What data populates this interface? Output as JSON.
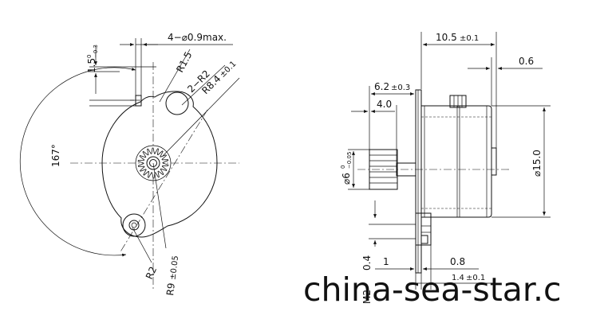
{
  "front_view": {
    "holes_note": "4−⌀0.9max.",
    "tol_1_5": "1.5",
    "tol_1_5_sup": "0",
    "tol_1_5_sub": "−0.3",
    "r1_5": "R1.5",
    "r2_2": "2−R2",
    "r8_4": "R8.4",
    "r8_4_tol": "±0.1",
    "angle": "167°",
    "r2": "R2",
    "r9": "R9",
    "r9_tol": "±0.05"
  },
  "side_view": {
    "len_10_5": "10.5",
    "len_10_5_tol": "±0.1",
    "len_0_6": "0.6",
    "len_6_2": "6.2",
    "len_6_2_tol": "±0.3",
    "len_4_0": "4.0",
    "dia_6": "⌀6",
    "dia_6_sup": "0",
    "dia_6_sub": "−0.05",
    "dia_15": "⌀15.0",
    "len_0_4": "0.4",
    "len_1": "1",
    "len_0_8": "0.8",
    "len_1_4": "1.4",
    "len_1_4_tol": "±0.1",
    "thread": "M2"
  },
  "watermark": "china-sea-star.c"
}
